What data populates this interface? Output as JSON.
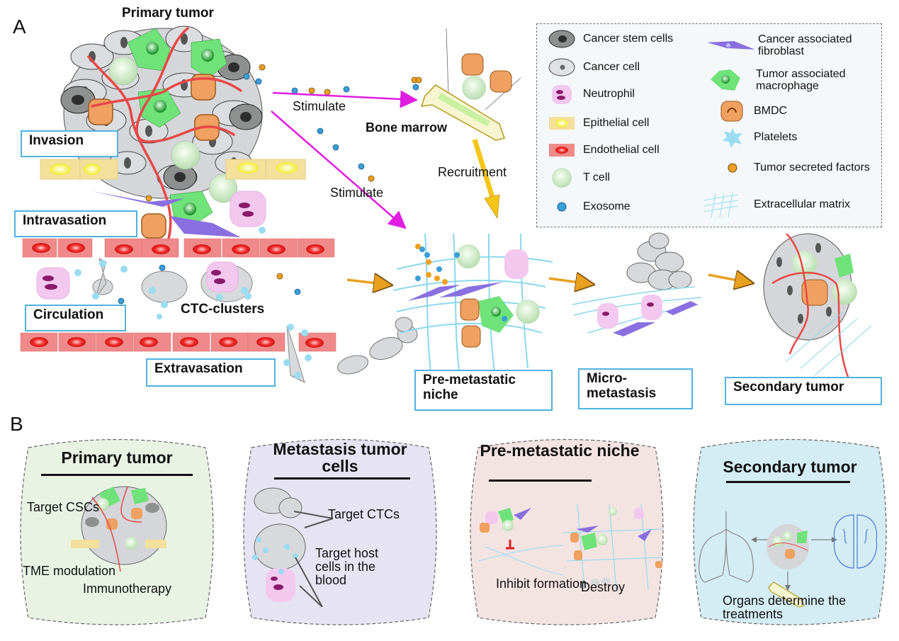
{
  "panel_a": {
    "letter": "A",
    "title": "Primary tumor",
    "stages": {
      "invasion": "Invasion",
      "intravasation": "Intravasation",
      "circulation": "Circulation",
      "extravasation": "Extravasation",
      "pre_metastatic_niche": "Pre-metastatic niche",
      "micro_metastasis": "Micro-metastasis",
      "secondary_tumor": "Secondary tumor"
    },
    "annotations": {
      "stimulate_1": "Stimulate",
      "stimulate_2": "Stimulate",
      "bone_marrow": "Bone marrow",
      "recruitment": "Recruitment",
      "ctc_clusters": "CTC-clusters"
    },
    "legend": [
      {
        "icon": "cancer-stem-cell-icon",
        "label": "Cancer stem cells"
      },
      {
        "icon": "cancer-cell-icon",
        "label": "Cancer cell"
      },
      {
        "icon": "neutrophil-icon",
        "label": "Neutrophil"
      },
      {
        "icon": "epithelial-cell-icon",
        "label": "Epithelial cell"
      },
      {
        "icon": "endothelial-cell-icon",
        "label": "Endothelial cell"
      },
      {
        "icon": "t-cell-icon",
        "label": "T cell"
      },
      {
        "icon": "exosome-icon",
        "label": "Exosome"
      },
      {
        "icon": "cancer-associated-fibroblast-icon",
        "label": "Cancer associated fibroblast"
      },
      {
        "icon": "tumor-associated-macrophage-icon",
        "label": "Tumor associated macrophage"
      },
      {
        "icon": "bmdc-icon",
        "label": "BMDC"
      },
      {
        "icon": "platelet-icon",
        "label": "Platelets"
      },
      {
        "icon": "tumor-secreted-factor-icon",
        "label": "Tumor secreted factors"
      },
      {
        "icon": "extracellular-matrix-icon",
        "label": "Extracellular matrix"
      }
    ]
  },
  "panel_b": {
    "letter": "B",
    "cards": [
      {
        "title": "Primary tumor",
        "texts": [
          "Target CSCs",
          "TME modulation",
          "Immunotherapy"
        ],
        "bg": "#e8f3e4"
      },
      {
        "title": "Metastasis tumor cells",
        "texts": [
          "Target CTCs",
          "Target host cells in the blood"
        ],
        "bg": "#e6e4f3"
      },
      {
        "title": "Pre-metastatic niche",
        "texts": [
          "Inhibit formation",
          "Destroy"
        ],
        "bg": "#f3e4e2"
      },
      {
        "title": "Secondary tumor",
        "texts": [
          "Organs determine the treatments"
        ],
        "bg": "#d4ecf3"
      }
    ]
  },
  "colors": {
    "label_border": "#4fb3e0",
    "stimulate_arrow": "#e01ee0",
    "recruitment_arrow": "#f5c518",
    "vessel": "#e05050",
    "endothelial": "#f08080",
    "epithelial": "#f3e09a",
    "cancer_cell": "#d8d9dc",
    "macrophage": "#6fe27a",
    "bmdc": "#f0a060",
    "fibroblast": "#8a6fe0",
    "neutrophil": "#f3c8ef",
    "t_cell": "#c8e8c0",
    "exosome": "#3a9ed8",
    "factor": "#f0a020",
    "ecm": "#8ad8ec"
  }
}
